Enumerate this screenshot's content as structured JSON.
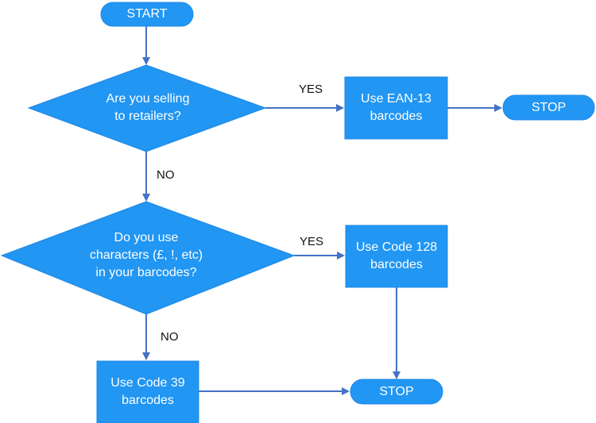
{
  "colors": {
    "node_fill": "#2196f3",
    "node_stroke": "#1e88e5",
    "arrow": "#4472c4",
    "node_text": "#ffffff",
    "label_text": "#111111"
  },
  "nodes": {
    "start": "START",
    "q1": "Are you selling\nto retailers?",
    "ean13": "Use EAN-13\nbarcodes",
    "stop_top": "STOP",
    "q2": "Do you use\ncharacters (£, !, etc)\nin your barcodes?",
    "code128": "Use Code 128\nbarcodes",
    "code39": "Use Code 39\nbarcodes",
    "stop_bottom": "STOP"
  },
  "edges": {
    "q1_yes": "YES",
    "q1_no": "NO",
    "q2_yes": "YES",
    "q2_no": "NO"
  }
}
